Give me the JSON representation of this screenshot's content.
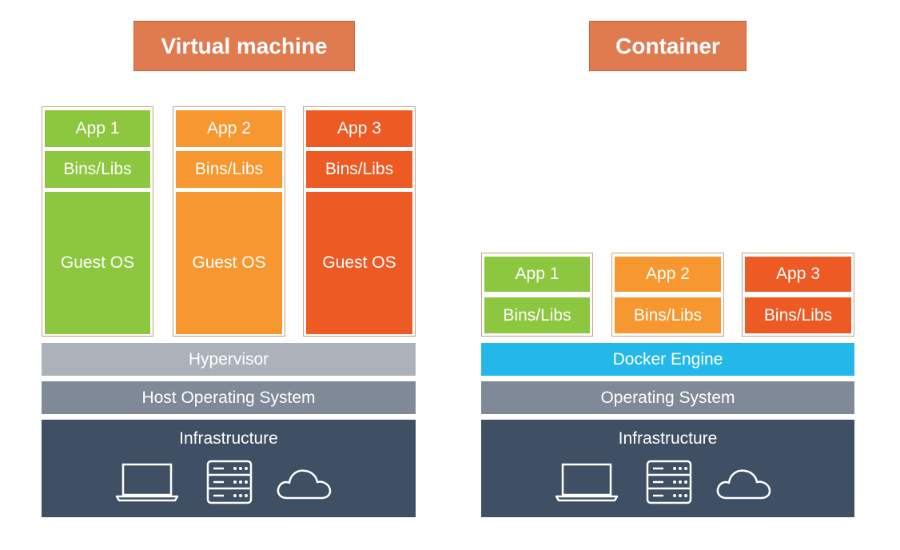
{
  "vm": {
    "title": "Virtual machine",
    "apps": [
      {
        "app": "App 1",
        "bins": "Bins/Libs",
        "os": "Guest OS",
        "color": "#8dc63f"
      },
      {
        "app": "App 2",
        "bins": "Bins/Libs",
        "os": "Guest OS",
        "color": "#f7972f"
      },
      {
        "app": "App 3",
        "bins": "Bins/Libs",
        "os": "Guest OS",
        "color": "#ee5a24"
      }
    ],
    "hypervisor": "Hypervisor",
    "host_os": "Host Operating System",
    "infrastructure": "Infrastructure"
  },
  "container": {
    "title": "Container",
    "apps": [
      {
        "app": "App 1",
        "bins": "Bins/Libs",
        "color": "#8dc63f"
      },
      {
        "app": "App 2",
        "bins": "Bins/Libs",
        "color": "#f7972f"
      },
      {
        "app": "App 3",
        "bins": "Bins/Libs",
        "color": "#ee5a24"
      }
    ],
    "engine": "Docker Engine",
    "os": "Operating System",
    "infrastructure": "Infrastructure"
  },
  "icons": [
    "laptop-icon",
    "server-icon",
    "cloud-icon"
  ],
  "colors": {
    "title_bg": "#e07a4f",
    "hypervisor": "#adb2ba",
    "os": "#7f8997",
    "docker": "#24b8ea",
    "infrastructure": "#3f4f64"
  }
}
